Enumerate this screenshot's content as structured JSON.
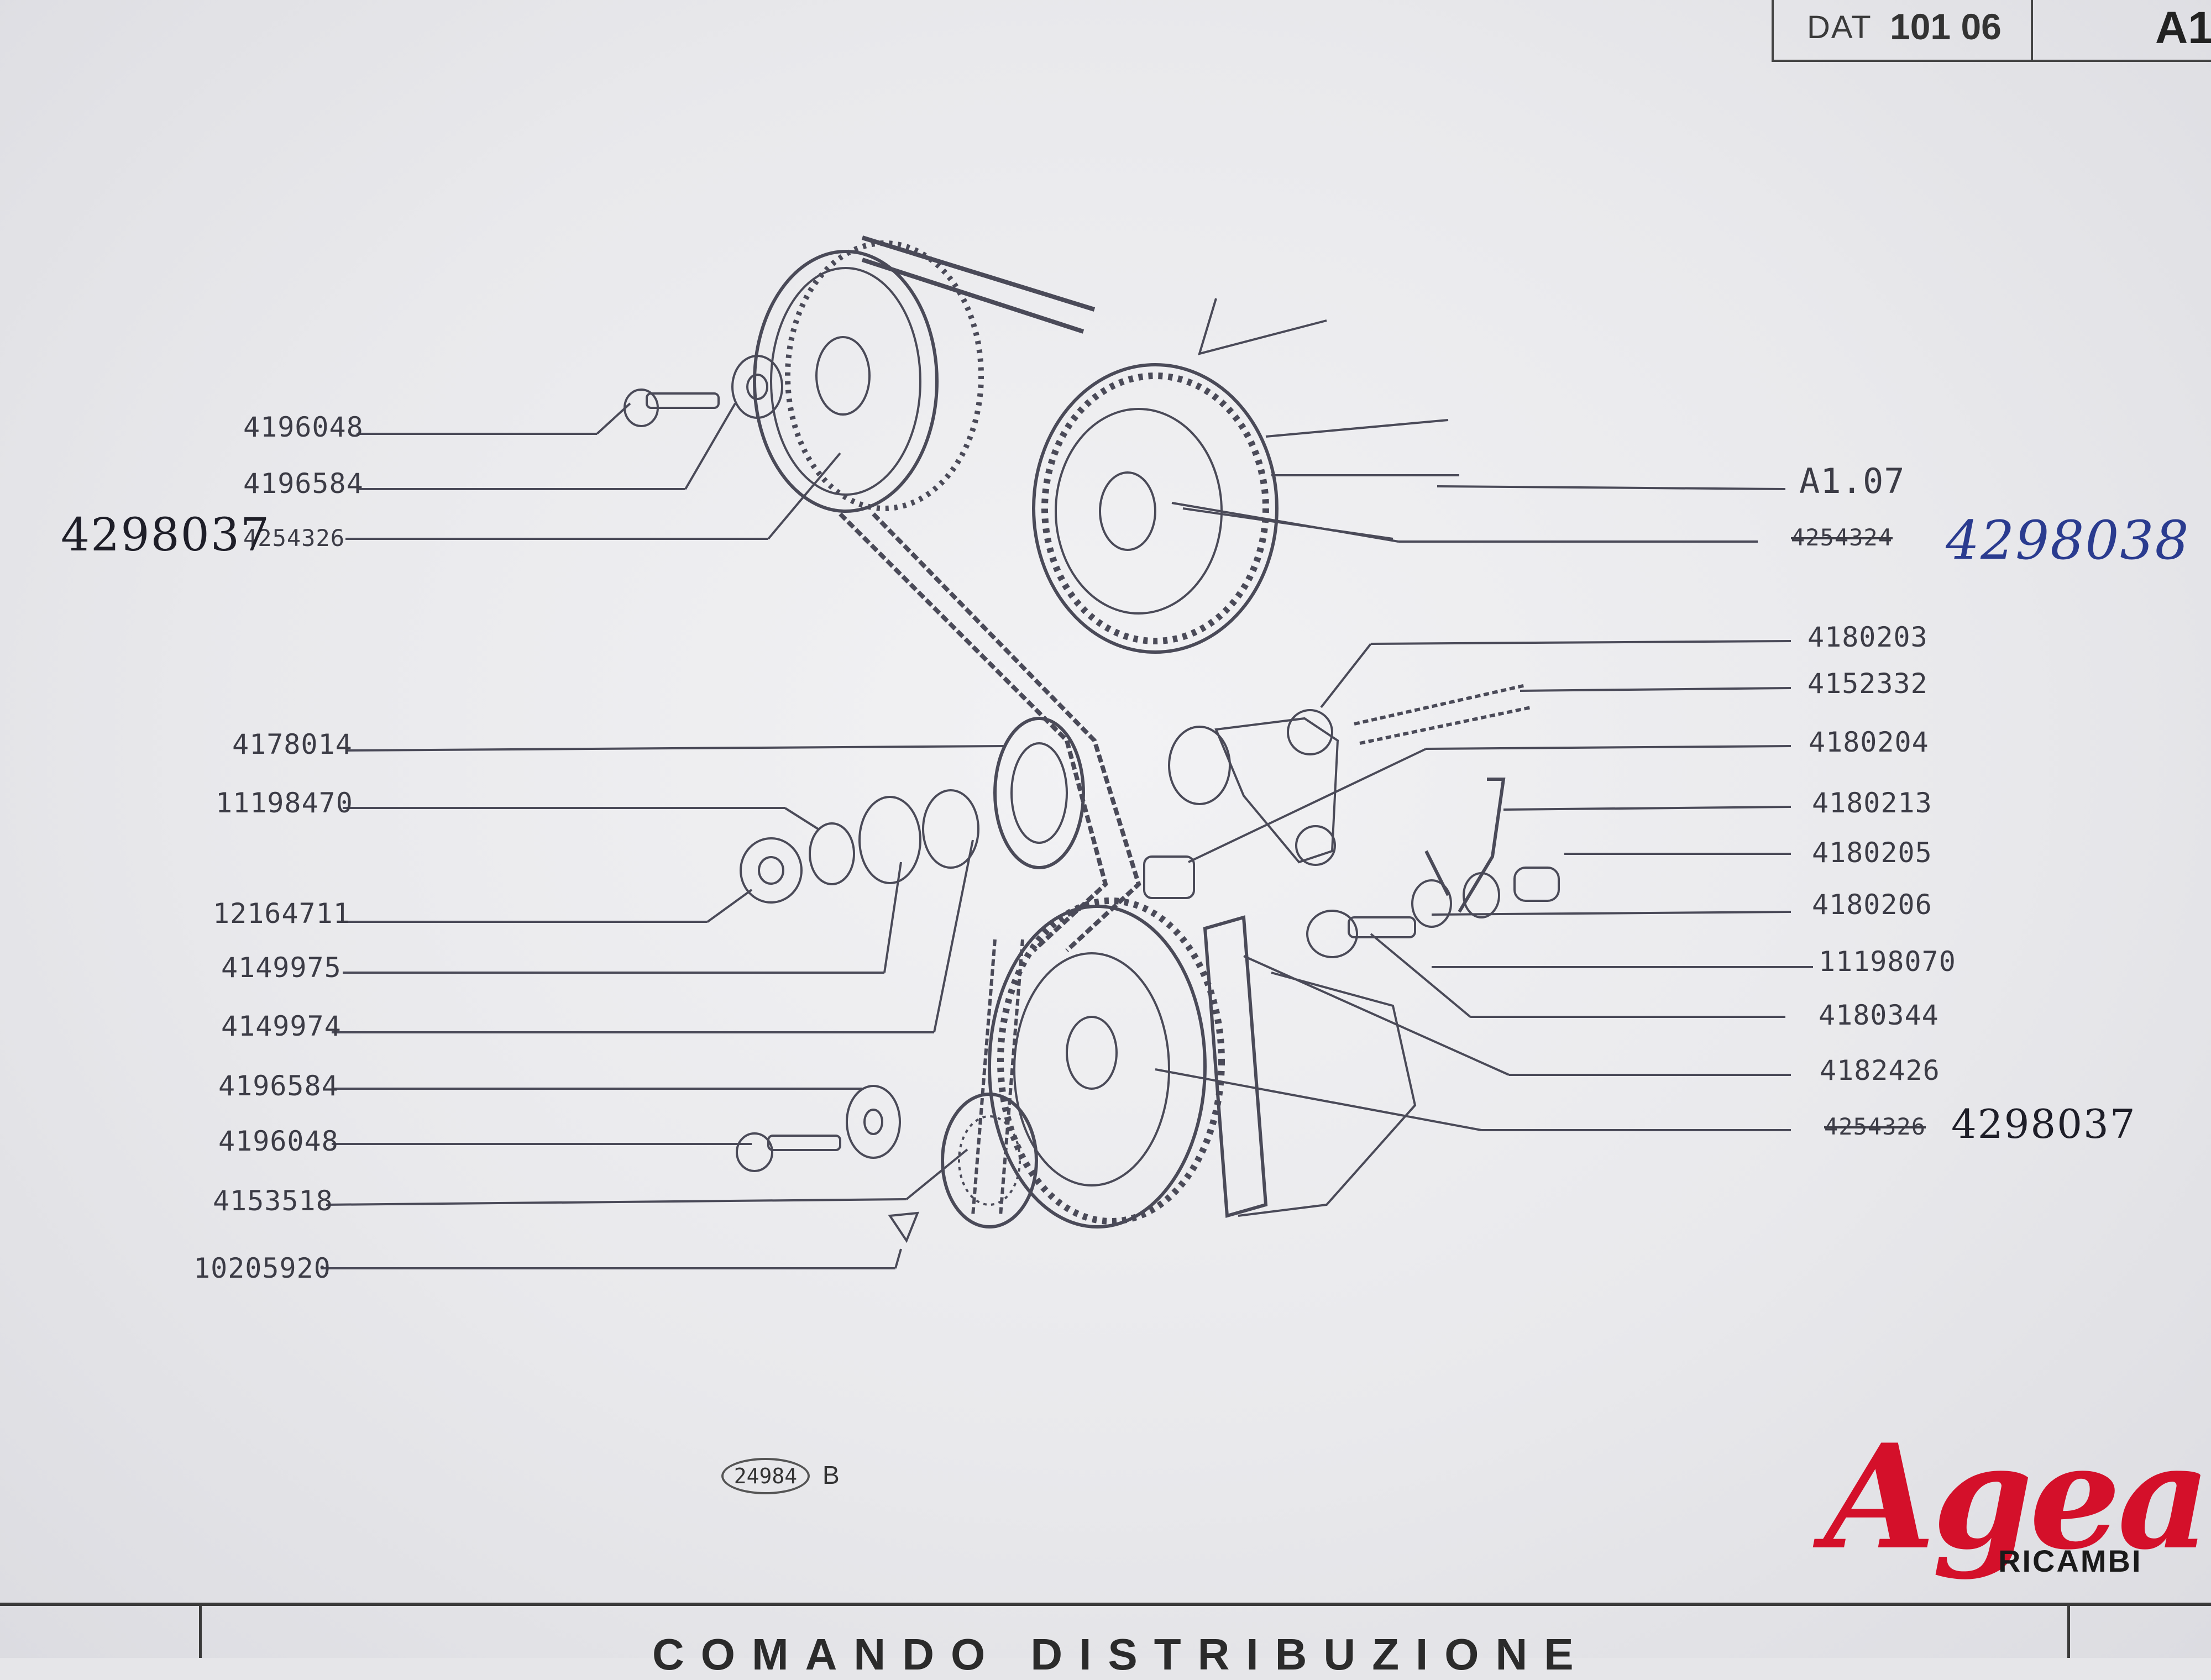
{
  "header": {
    "dat_label": "DAT",
    "dat_number": "101 06",
    "sheet_code": "A1"
  },
  "left_labels": [
    "4196048",
    "4196584",
    "4254326",
    "4178014",
    "11198470",
    "12164711",
    "4149975",
    "4149974",
    "4196584",
    "4196048",
    "4153518",
    "10205920"
  ],
  "right_labels": [
    "A1.07",
    "4254324",
    "4180203",
    "4152332",
    "4180204",
    "4180213",
    "4180205",
    "4180206",
    "11198070",
    "4180344",
    "4182426",
    "4254326"
  ],
  "handwritten": {
    "left": "4298037",
    "right_top": "4298038",
    "right_bottom": "4298037"
  },
  "reference": {
    "number": "24984",
    "suffix": "B"
  },
  "footer": {
    "title": "COMANDO DISTRIBUZIONE"
  },
  "logo": {
    "brand": "Agea",
    "sub": "RICAMBI"
  },
  "colors": {
    "ink": "#3c3c46",
    "handwriting_blue": "#2a3b8f",
    "handwriting_black": "#1e1e28",
    "logo_red": "#d4102a"
  }
}
